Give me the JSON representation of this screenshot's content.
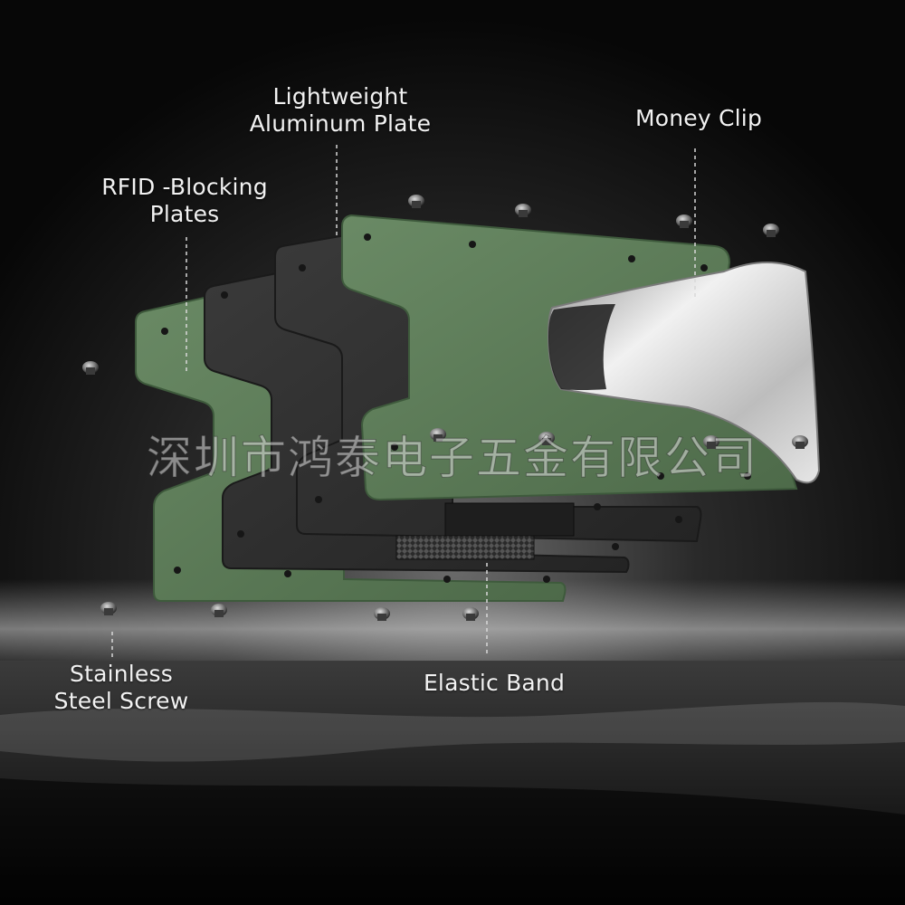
{
  "callouts": {
    "aluminum_plate": {
      "line1": "Lightweight",
      "line2": "Aluminum Plate"
    },
    "money_clip": {
      "line1": "Money Clip"
    },
    "rfid_plates": {
      "line1": "RFID -Blocking",
      "line2": "Plates"
    },
    "screw": {
      "line1": "Stainless",
      "line2": "Steel Screw"
    },
    "elastic_band": {
      "line1": "Elastic Band"
    }
  },
  "watermark": {
    "text": "深圳市鸿泰电子五金有限公司"
  },
  "colors": {
    "green_plate": "#5b7a57",
    "green_plate_edge": "#3e5a3c",
    "dark_plate": "#2e2e2e",
    "clip_metal": "#c9c9c9",
    "label_text": "#f2f2f2"
  }
}
